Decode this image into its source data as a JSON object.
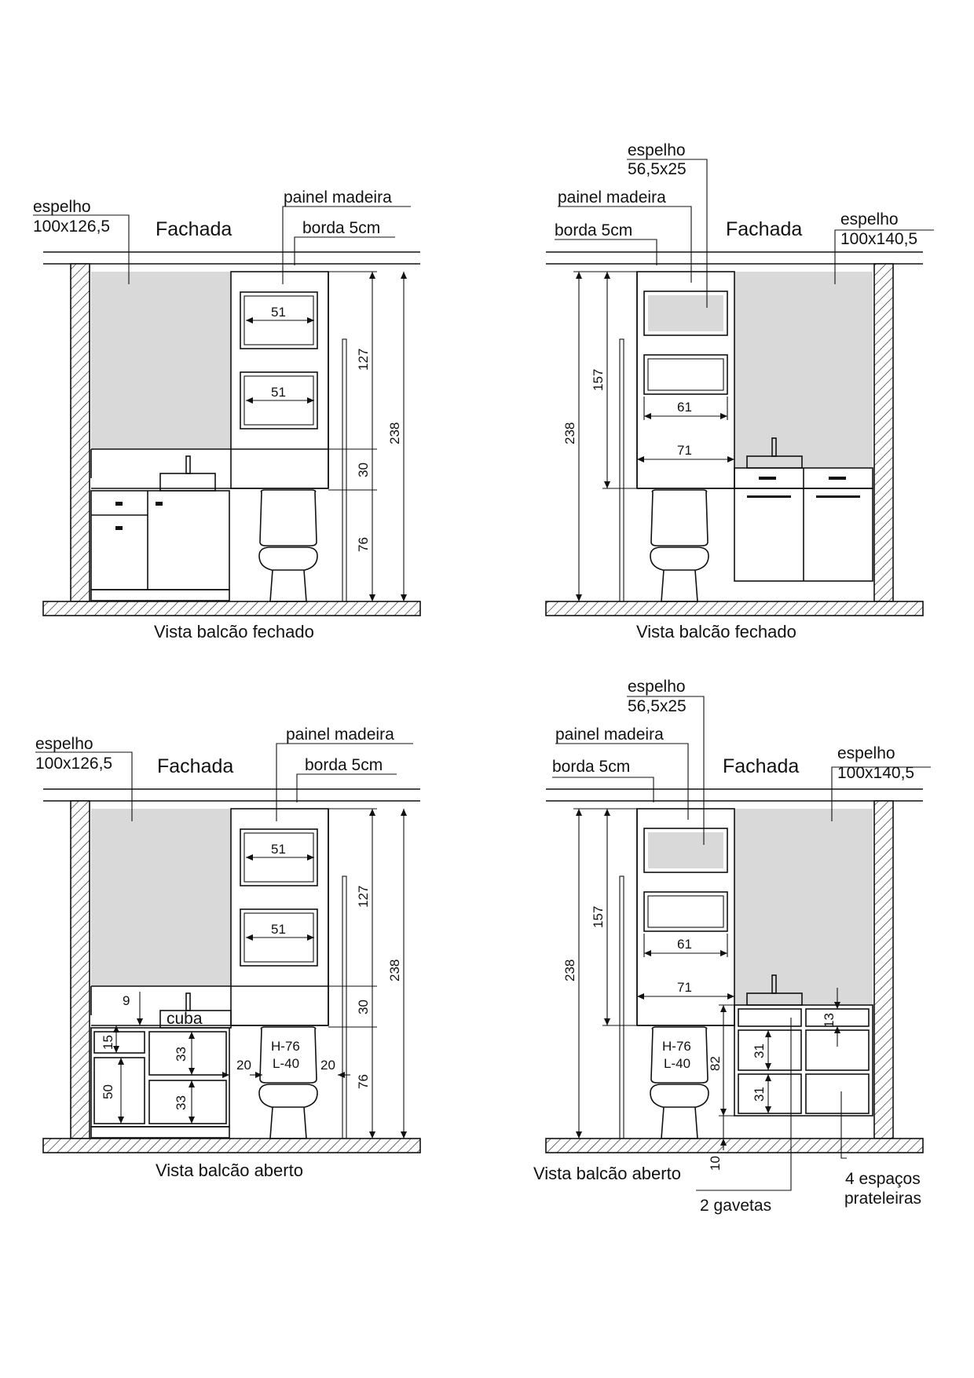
{
  "facade_title": "Fachada",
  "labels": {
    "espelho": "espelho",
    "mirror_a_size": "100x126,5",
    "mirror_b_size": "100x140,5",
    "small_mirror_size": "56,5x25",
    "painel": "painel madeira",
    "borda": "borda 5cm",
    "cuba": "cuba",
    "toilet_h": "H-76",
    "toilet_l": "L-40",
    "gavetas": "2 gavetas",
    "espacos_1": "4 espaços",
    "espacos_2": "prateleiras"
  },
  "captions": {
    "top_left": "Vista balcão fechado",
    "top_right": "Vista balcão fechado",
    "bottom_left": "Vista balcão aberto",
    "bottom_right": "Vista balcão aberto"
  },
  "dimensions": {
    "niche_width": "51",
    "mirror_small_width": "61",
    "panel_width": "71",
    "panel_height_a": "127",
    "panel_height_b": "157",
    "wall_height": "238",
    "gap_30": "30",
    "counter_76": "76",
    "d9": "9",
    "d15": "15",
    "d50": "50",
    "d33": "33",
    "d20": "20",
    "d13": "13",
    "d31": "31",
    "d82": "82",
    "d10": "10"
  },
  "colors": {
    "mirror_fill": "#d9d9d9",
    "line": "#111111"
  }
}
